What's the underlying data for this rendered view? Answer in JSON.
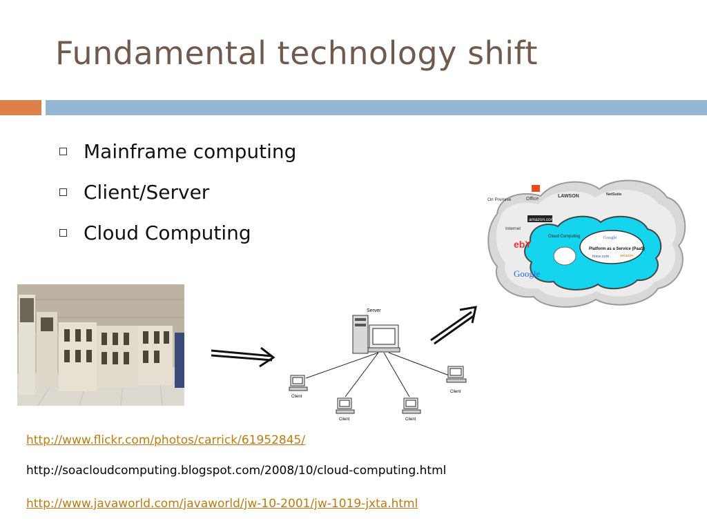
{
  "slide": {
    "title": "Fundamental technology shift",
    "bullets": [
      "Mainframe computing",
      "Client/Server",
      "Cloud Computing"
    ]
  },
  "client_server_diagram": {
    "server_label": "Server",
    "client_label": "Client"
  },
  "cloud_diagram": {
    "on_premise": "On Premise",
    "internet": "Internet",
    "cloud_computing": "Cloud Computing",
    "paas": "Platform as a Service (PaaS)",
    "logos": {
      "microsoft_office": "Office",
      "lawson": "LAWSON",
      "amazon": "amazon.com",
      "ebay": "ebY",
      "google": "Google",
      "google_small": "Google",
      "salesforce": "force.com",
      "amazon_small": "amazon",
      "netsuite": "NetSuite"
    }
  },
  "links": {
    "flickr": "http://www.flickr.com/photos/carrick/61952845/",
    "soa": "http://soacloudcomputing.blogspot.com/2008/10/cloud-computing.html",
    "javaworld": "http://www.javaworld.com/javaworld/jw-10-2001/jw-1019-jxta.html"
  },
  "colors": {
    "title": "#6e5a4e",
    "accent_orange": "#dd8047",
    "accent_blue": "#94b6d2",
    "link": "#b77c14",
    "cloud_cyan": "#15d5ee"
  }
}
